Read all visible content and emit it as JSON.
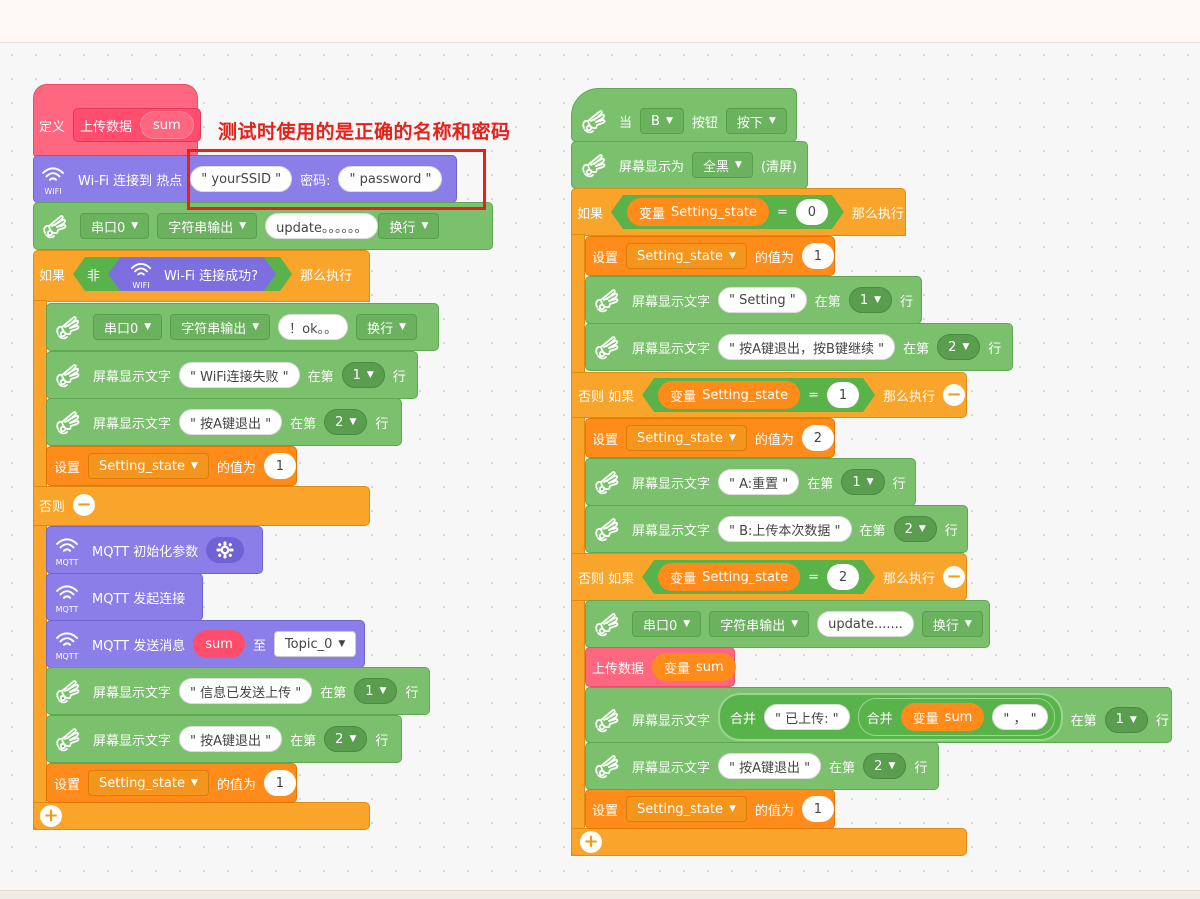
{
  "annotation": {
    "text": "测试时使用的是正确的名称和密码"
  },
  "left": {
    "define": {
      "label": "定义",
      "name": "上传数据",
      "param": "sum"
    },
    "wifi": {
      "text": "Wi-Fi 连接到 热点",
      "ssid": "\" yourSSID \"",
      "pwd_label": "密码:",
      "pwd": "\" password \""
    },
    "serial1": {
      "port": "串口0",
      "mode": "字符串输出",
      "text": "update。。。。。。",
      "newline": "换行"
    },
    "if": {
      "label": "如果",
      "not": "非",
      "cond": "Wi-Fi 连接成功?",
      "then": "那么执行"
    },
    "serial2": {
      "port": "串口0",
      "mode": "字符串输出",
      "text": "！ok。。",
      "newline": "换行"
    },
    "screen1": {
      "label": "屏幕显示文字",
      "text": "\" WiFi连接失败 \"",
      "at": "在第",
      "line": "1",
      "row": "行"
    },
    "screen2": {
      "label": "屏幕显示文字",
      "text": "\" 按A键退出 \"",
      "at": "在第",
      "line": "2",
      "row": "行"
    },
    "set1": {
      "label": "设置",
      "var": "Setting_state",
      "to": "的值为",
      "val": "1"
    },
    "else": {
      "label": "否则"
    },
    "mqtt_init": {
      "label": "MQTT 初始化参数"
    },
    "mqtt_connect": {
      "label": "MQTT 发起连接"
    },
    "mqtt_send": {
      "label": "MQTT 发送消息",
      "msg": "sum",
      "to": "至",
      "topic": "Topic_0"
    },
    "screen3": {
      "label": "屏幕显示文字",
      "text": "\" 信息已发送上传 \"",
      "at": "在第",
      "line": "1",
      "row": "行"
    },
    "screen4": {
      "label": "屏幕显示文字",
      "text": "\" 按A键退出 \"",
      "at": "在第",
      "line": "2",
      "row": "行"
    },
    "set2": {
      "label": "设置",
      "var": "Setting_state",
      "to": "的值为",
      "val": "1"
    },
    "wifi_icon_text": "WIFI",
    "mqtt_icon_text": "MQTT"
  },
  "right": {
    "when": {
      "label": "当",
      "btn": "B",
      "btn_label": "按钮",
      "state": "按下"
    },
    "fill": {
      "label": "屏幕显示为",
      "mode": "全黑",
      "suffix": "(清屏)"
    },
    "if1": {
      "label": "如果",
      "var_label": "变量",
      "var": "Setting_state",
      "op": "=",
      "val": "0",
      "then": "那么执行"
    },
    "set_a": {
      "label": "设置",
      "var": "Setting_state",
      "to": "的值为",
      "val": "1"
    },
    "s1": {
      "label": "屏幕显示文字",
      "text": "\" Setting \"",
      "at": "在第",
      "line": "1",
      "row": "行"
    },
    "s2": {
      "label": "屏幕显示文字",
      "text": "\" 按A键退出，按B键继续 \"",
      "at": "在第",
      "line": "2",
      "row": "行"
    },
    "elif1": {
      "label": "否则 如果",
      "var_label": "变量",
      "var": "Setting_state",
      "op": "=",
      "val": "1",
      "then": "那么执行"
    },
    "set_b": {
      "label": "设置",
      "var": "Setting_state",
      "to": "的值为",
      "val": "2"
    },
    "s3": {
      "label": "屏幕显示文字",
      "text": "\" A:重置 \"",
      "at": "在第",
      "line": "1",
      "row": "行"
    },
    "s4": {
      "label": "屏幕显示文字",
      "text": "\" B:上传本次数据 \"",
      "at": "在第",
      "line": "2",
      "row": "行"
    },
    "elif2": {
      "label": "否则 如果",
      "var_label": "变量",
      "var": "Setting_state",
      "op": "=",
      "val": "2",
      "then": "那么执行"
    },
    "serial": {
      "port": "串口0",
      "mode": "字符串输出",
      "text": "update.......",
      "newline": "换行"
    },
    "upload": {
      "label": "上传数据",
      "var_label": "变量",
      "var": "sum"
    },
    "s5": {
      "label": "屏幕显示文字",
      "join": "合并",
      "t1": "\" 已上传: \"",
      "join2": "合并",
      "var_label": "变量",
      "var": "sum",
      "t2": "\" ， \"",
      "at": "在第",
      "line": "1",
      "row": "行"
    },
    "s6": {
      "label": "屏幕显示文字",
      "text": "\" 按A键退出 \"",
      "at": "在第",
      "line": "2",
      "row": "行"
    },
    "set_c": {
      "label": "设置",
      "var": "Setting_state",
      "to": "的值为",
      "val": "1"
    }
  },
  "icons": {
    "hand": "hand-icon",
    "wifi": "wifi-icon",
    "gear": "gear-icon",
    "plus": "plus-icon",
    "minus": "minus-icon"
  }
}
